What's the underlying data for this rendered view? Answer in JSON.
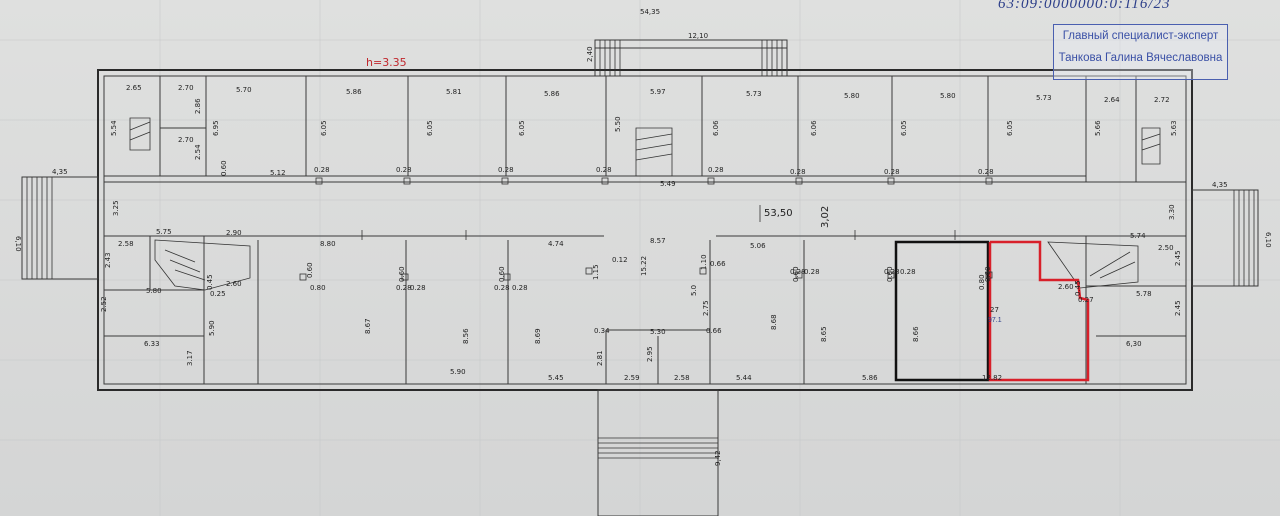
{
  "cadastral_number": "63:09:0000000:0:116/23",
  "stamp": {
    "line1": "Главный специалист-эксперт",
    "line2": "Танкова Галина Вячеславовна"
  },
  "height_label": "h=3.35",
  "overall_length": "54,35",
  "corridor_length": "53,50",
  "corridor_width": "3,02",
  "room_number": "27",
  "room_area": "97.1",
  "top_entrance": {
    "width": "12,10",
    "depth": "2,40"
  },
  "bottom_entrance": {
    "depth": "9,42"
  },
  "left_porch": {
    "width": "4,35",
    "depth": "6,10"
  },
  "right_porch": {
    "width": "4,35",
    "depth": "6,10"
  },
  "top_row_labels": [
    "2.65",
    "2.70",
    "2.70",
    "5.70",
    "5.86",
    "5.81",
    "5.86",
    "5.97",
    "5.73",
    "5.80",
    "5.80",
    "5.73",
    "2.64",
    "2.72"
  ],
  "top_row_depths": [
    "5.54",
    "2.86",
    "2.54",
    "6.95",
    "6.05",
    "6.05",
    "6.05",
    "5.50",
    "6.06",
    "6.06",
    "6.05",
    "6.05",
    "5.66",
    "5.63"
  ],
  "corridor_labels": [
    "5.12",
    "5.49",
    "0.60",
    "0.28",
    "0.28",
    "0.28",
    "0.28",
    "0.28",
    "0.28",
    "0.28",
    "0.28",
    "3.25",
    "3.30"
  ],
  "bottom_row_labels": [
    "5.75",
    "2.90",
    "8.80",
    "4.74",
    "8.57",
    "5.06",
    "5.74",
    "2.58",
    "2.43",
    "2.60",
    "0.45",
    "0.25",
    "0.12",
    "1.15",
    "15.22",
    "0.66",
    "1.10",
    "5.0",
    "2.75",
    "2.50",
    "2.45",
    "2.60",
    "0.45",
    "0.27"
  ],
  "bottom_room_labels": [
    "5.80",
    "2.52",
    "6.33",
    "3.17",
    "5.90",
    "8.67",
    "8.56",
    "8.69",
    "5.90",
    "5.45",
    "2.81",
    "2.95",
    "2.59",
    "2.58",
    "5.30",
    "0.34",
    "0.66",
    "8.68",
    "8.65",
    "8.66",
    "5.44",
    "5.86",
    "12.82",
    "5.78",
    "2.45",
    "6,30"
  ],
  "small_marks": [
    "0.60",
    "0.80",
    "0.28",
    "0.28",
    "0.28",
    "0.28",
    "0.28",
    "0.28",
    "0.28",
    "0.28",
    "0.60",
    "0.60",
    "0.60",
    "0.60",
    "0.60",
    "0.80"
  ]
}
